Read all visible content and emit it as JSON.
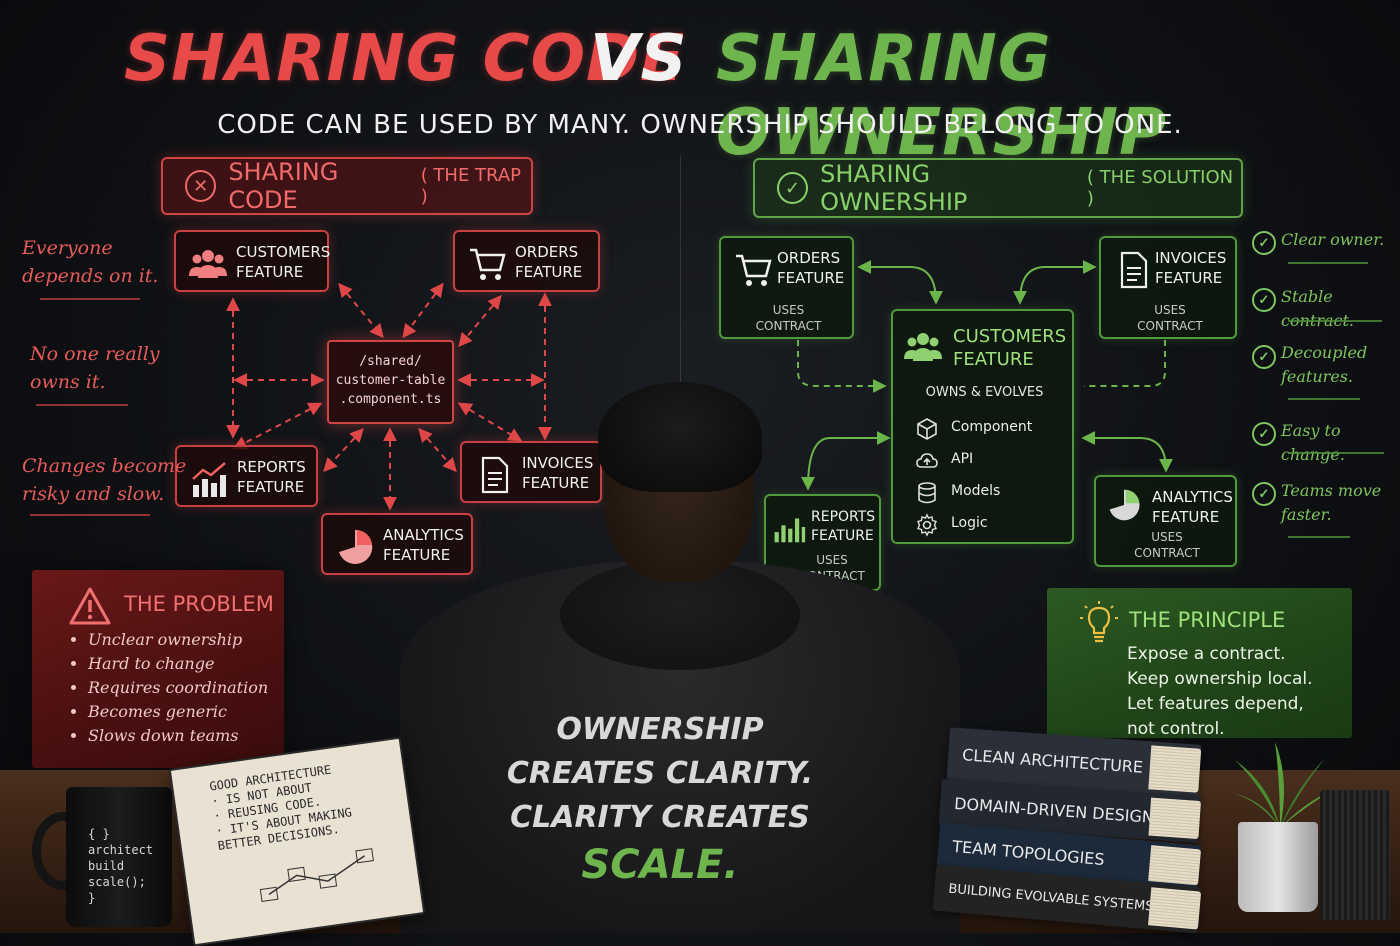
{
  "title": {
    "left": "SHARING CODE",
    "vs": "VS",
    "right": "SHARING OWNERSHIP",
    "subtitle": "CODE CAN BE USED BY MANY. OWNERSHIP SHOULD BELONG TO ONE."
  },
  "left_panel": {
    "header_main": "SHARING CODE",
    "header_sub": "( THE TRAP )",
    "header_icon": "x-circle-icon",
    "shared_file": {
      "line1": "/shared/",
      "line2": "customer-table",
      "line3": ".component.ts"
    },
    "nodes": {
      "customers": {
        "line1": "CUSTOMERS",
        "line2": "FEATURE",
        "icon": "people-icon"
      },
      "orders": {
        "line1": "ORDERS",
        "line2": "FEATURE",
        "icon": "cart-icon"
      },
      "reports": {
        "line1": "REPORTS",
        "line2": "FEATURE",
        "icon": "bar-chart-icon"
      },
      "invoices": {
        "line1": "INVOICES",
        "line2": "FEATURE",
        "icon": "document-icon"
      },
      "analytics": {
        "line1": "ANALYTICS",
        "line2": "FEATURE",
        "icon": "pie-chart-icon"
      }
    },
    "notes": [
      {
        "line1": "Everyone",
        "line2": "depends on it."
      },
      {
        "line1": "No one really",
        "line2": "owns it."
      },
      {
        "line1": "Changes become",
        "line2": "risky and slow."
      }
    ],
    "problem": {
      "title": "THE PROBLEM",
      "icon": "warning-icon",
      "items": [
        "Unclear ownership",
        "Hard to change",
        "Requires coordination",
        "Becomes generic",
        "Slows down teams"
      ]
    },
    "colors": {
      "accent": "#e84a4a"
    }
  },
  "right_panel": {
    "header_main": "SHARING OWNERSHIP",
    "header_sub": "( THE SOLUTION )",
    "header_icon": "check-circle-icon",
    "center": {
      "line1": "CUSTOMERS",
      "line2": "FEATURE",
      "owns": "OWNS & EVOLVES",
      "items": [
        {
          "label": "Component",
          "icon": "cube-icon"
        },
        {
          "label": "API",
          "icon": "cloud-icon"
        },
        {
          "label": "Models",
          "icon": "database-icon"
        },
        {
          "label": "Logic",
          "icon": "gear-icon"
        }
      ]
    },
    "nodes": {
      "orders": {
        "line1": "ORDERS",
        "line2": "FEATURE",
        "uses1": "USES",
        "uses2": "CONTRACT",
        "icon": "cart-icon"
      },
      "invoices": {
        "line1": "INVOICES",
        "line2": "FEATURE",
        "uses1": "USES",
        "uses2": "CONTRACT",
        "icon": "document-icon"
      },
      "reports": {
        "line1": "REPORTS",
        "line2": "FEATURE",
        "uses1": "USES",
        "uses2": "CONTRACT",
        "icon": "bar-chart-icon"
      },
      "analytics": {
        "line1": "ANALYTICS",
        "line2": "FEATURE",
        "uses1": "USES",
        "uses2": "CONTRACT",
        "icon": "pie-chart-icon"
      }
    },
    "benefits": [
      {
        "line1": "Clear owner.",
        "line2": ""
      },
      {
        "line1": "Stable contract.",
        "line2": ""
      },
      {
        "line1": "Decoupled",
        "line2": "features."
      },
      {
        "line1": "Easy to change.",
        "line2": ""
      },
      {
        "line1": "Teams move",
        "line2": "faster."
      }
    ],
    "principle": {
      "title": "THE PRINCIPLE",
      "icon": "lightbulb-icon",
      "lines": [
        "Expose a contract.",
        "Keep ownership local.",
        "Let features depend,",
        "not control."
      ]
    },
    "colors": {
      "accent": "#6fb54e"
    }
  },
  "hoodie": {
    "line1": "OWNERSHIP",
    "line2": "CREATES CLARITY.",
    "line3": "CLARITY CREATES",
    "line4": "SCALE."
  },
  "notebook": {
    "lines": [
      "GOOD ARCHITECTURE",
      "· IS NOT ABOUT",
      "· REUSING CODE.",
      "· IT'S ABOUT MAKING",
      "  BETTER DECISIONS."
    ]
  },
  "mug": {
    "lines": [
      "{ }",
      "architect",
      "build",
      "scale();",
      "}"
    ]
  },
  "books": [
    "CLEAN ARCHITECTURE",
    "DOMAIN-DRIVEN DESIGN",
    "TEAM TOPOLOGIES",
    "BUILDING EVOLVABLE SYSTEMS"
  ]
}
